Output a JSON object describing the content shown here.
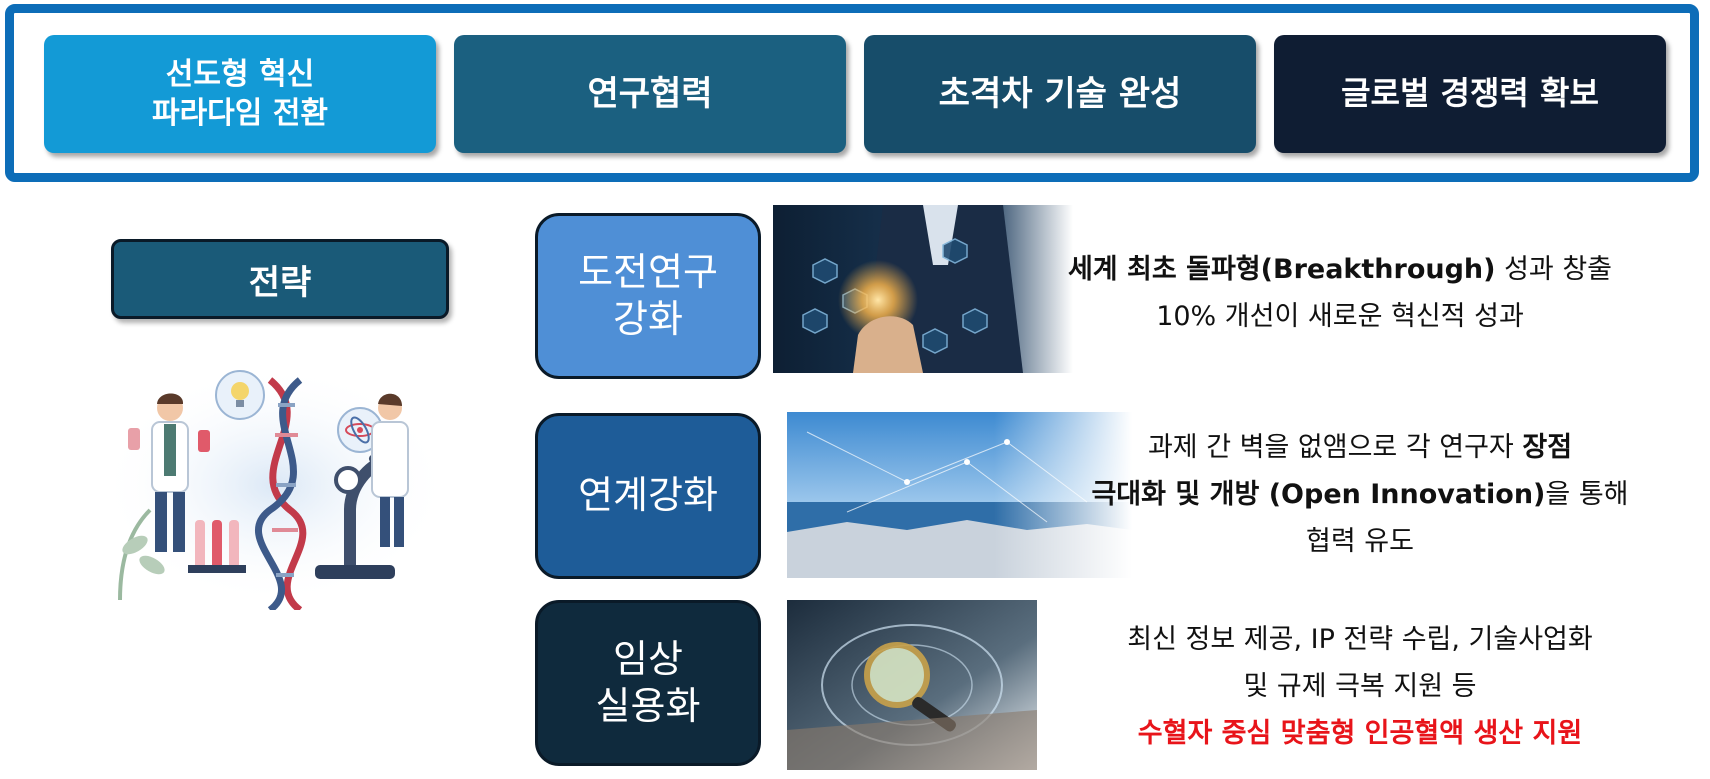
{
  "goals": [
    {
      "label": "선도형 혁신\n파라다임 전환"
    },
    {
      "label": "연구협력"
    },
    {
      "label": "초격차 기술 완성"
    },
    {
      "label": "글로벌 경쟁력 확보"
    }
  ],
  "strategy_label": "전략",
  "rows": [
    {
      "label": "도전연구\n강화",
      "lines": [
        {
          "parts": [
            {
              "text": "세계 최초 돌파형(Breakthrough)",
              "style": "bold"
            },
            {
              "text": " 성과 창출",
              "style": "normal"
            }
          ]
        },
        {
          "parts": [
            {
              "text": "10% 개선이 새로운 혁신적 성과",
              "style": "normal"
            }
          ]
        }
      ]
    },
    {
      "label": "연계강화",
      "lines": [
        {
          "parts": [
            {
              "text": "과제 간 벽을 없앰으로 각 연구자 ",
              "style": "normal"
            },
            {
              "text": "장점",
              "style": "bold"
            }
          ]
        },
        {
          "parts": [
            {
              "text": "극대화 및 개방 (Open Innovation)",
              "style": "bold"
            },
            {
              "text": "을 통해",
              "style": "normal"
            }
          ]
        },
        {
          "parts": [
            {
              "text": "협력 유도",
              "style": "normal"
            }
          ]
        }
      ]
    },
    {
      "label": "임상\n실용화",
      "lines": [
        {
          "parts": [
            {
              "text": "최신 정보 제공, IP 전략 수립, 기술사업화",
              "style": "normal"
            }
          ]
        },
        {
          "parts": [
            {
              "text": "및 규제 극복 지원 등",
              "style": "normal"
            }
          ]
        },
        {
          "parts": [
            {
              "text": "수혈자 중심 맞춤형 인공혈액 생산 지원",
              "style": "red"
            }
          ]
        }
      ]
    }
  ],
  "colors": {
    "frame_border": "#0d6db8",
    "goal_1": "#139ad6",
    "goal_2": "#1b6080",
    "goal_3": "#174d6a",
    "goal_4": "#0f1d33",
    "strategy": "#1a5a78",
    "row_1": "#4f8fd6",
    "row_2": "#1e5c98",
    "row_3": "#0f2a3d",
    "highlight_red": "#e8141a"
  },
  "icons": {
    "illustration": "scientists-dna-microscope-illustration",
    "photo_1": "businessman-touching-glowing-network-photo",
    "photo_2": "city-skyline-network-lines-photo",
    "photo_3": "magnifying-glass-tablet-photo"
  }
}
